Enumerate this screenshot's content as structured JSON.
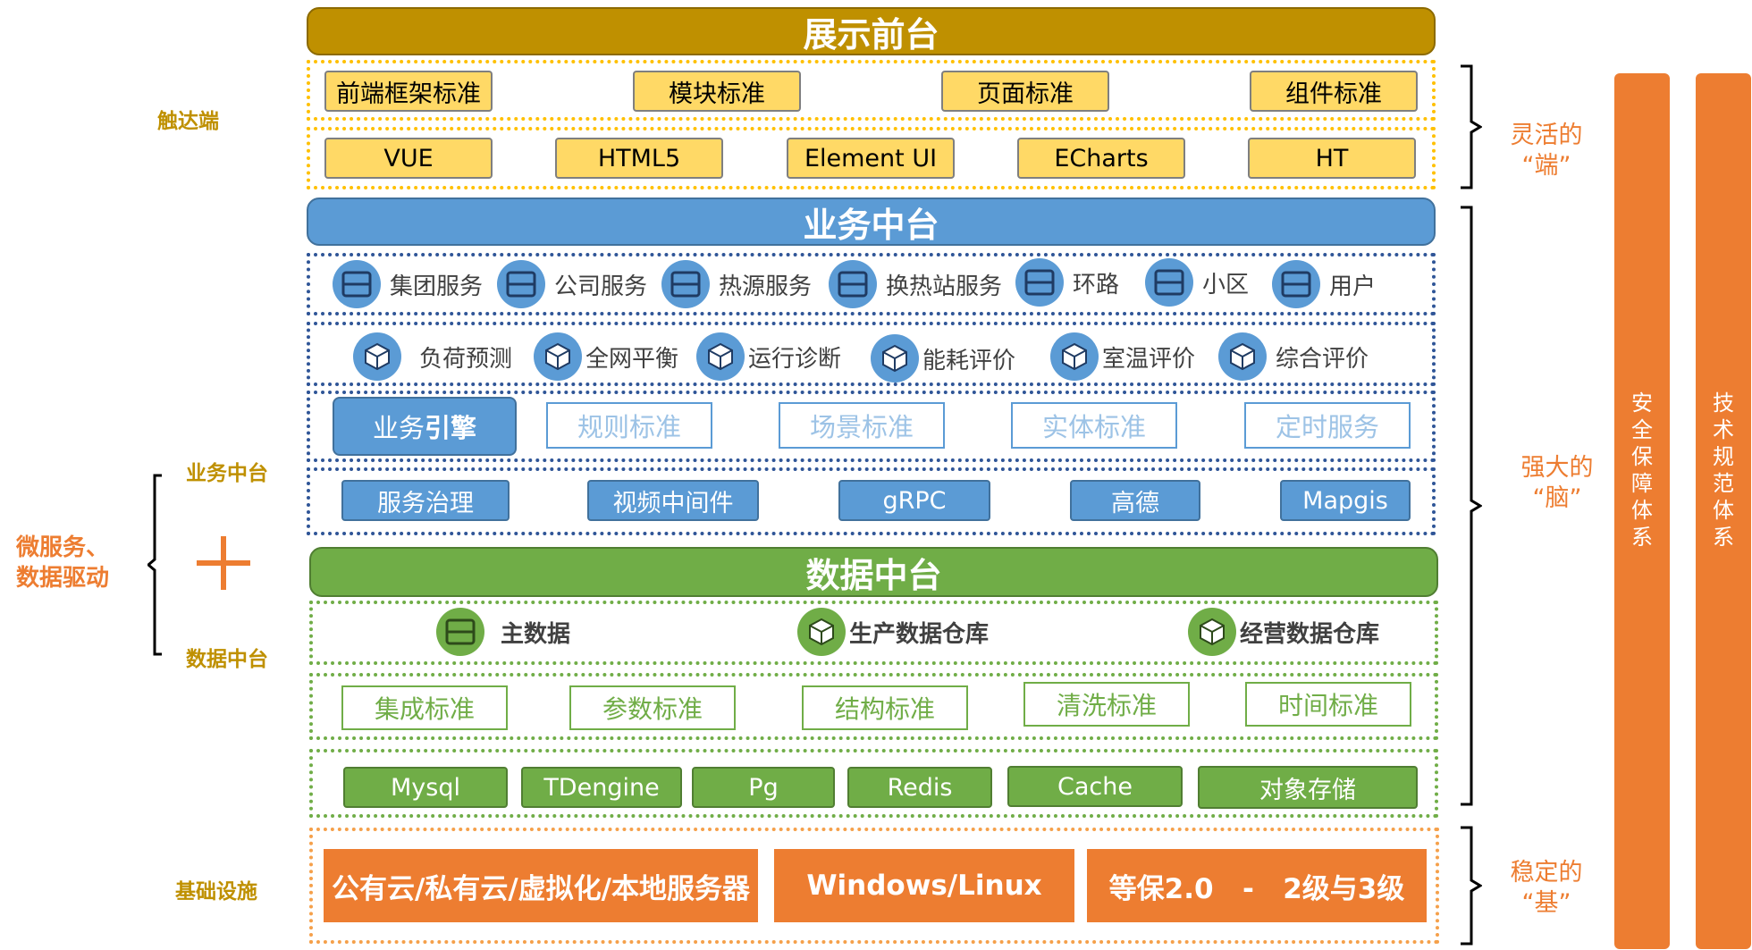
{
  "frontend": {
    "title": "展示前台",
    "standards": [
      "前端框架标准",
      "模块标准",
      "页面标准",
      "组件标准"
    ],
    "tech": [
      "VUE",
      "HTML5",
      "Element UI",
      "ECharts",
      "HT"
    ]
  },
  "business": {
    "title": "业务中台",
    "services": [
      "集团服务",
      "公司服务",
      "热源服务",
      "换热站服务",
      "环路",
      "小区",
      "用户"
    ],
    "analytics": [
      "负荷预测",
      "全网平衡",
      "运行诊断",
      "能耗评价",
      "室温评价",
      "综合评价"
    ],
    "engine_prefix": "业务",
    "engine_strong": "引擎",
    "engine_items": [
      "规则标准",
      "场景标准",
      "实体标准",
      "定时服务"
    ],
    "middleware": [
      "服务治理",
      "视频中间件",
      "gRPC",
      "高德",
      "Mapgis"
    ]
  },
  "data": {
    "title": "数据中台",
    "warehouses": [
      "主数据",
      "生产数据仓库",
      "经营数据仓库"
    ],
    "standards": [
      "集成标准",
      "参数标准",
      "结构标准",
      "清洗标准",
      "时间标准"
    ],
    "stores": [
      "Mysql",
      "TDengine",
      "Pg",
      "Redis",
      "Cache",
      "对象存储"
    ]
  },
  "infra": {
    "items": [
      "公有云/私有云/虚拟化/本地服务器",
      "Windows/Linux",
      "等保2.0   -   2级与3级"
    ]
  },
  "left": {
    "touch": "触达端",
    "biz": "业务中台",
    "data": "数据中台",
    "infra": "基础设施",
    "combo_line1": "微服务、",
    "combo_line2": "数据驱动",
    "plus": "+"
  },
  "right": {
    "end_line1": "灵活的",
    "end_line2": "“端”",
    "brain_line1": "强大的",
    "brain_line2": "“脑”",
    "base_line1": "稳定的",
    "base_line2": "“基”",
    "security": [
      "安",
      "全",
      "保",
      "障",
      "体",
      "系"
    ],
    "tech_spec": [
      "技",
      "术",
      "规",
      "范",
      "体",
      "系"
    ]
  },
  "colors": {
    "gold": "#bf9000",
    "blue": "#5b9bd5",
    "green": "#70ad47",
    "orange": "#ed7d31",
    "yellow": "#ffd966"
  },
  "icons": {
    "server": "server-icon",
    "cube": "cube-icon"
  }
}
